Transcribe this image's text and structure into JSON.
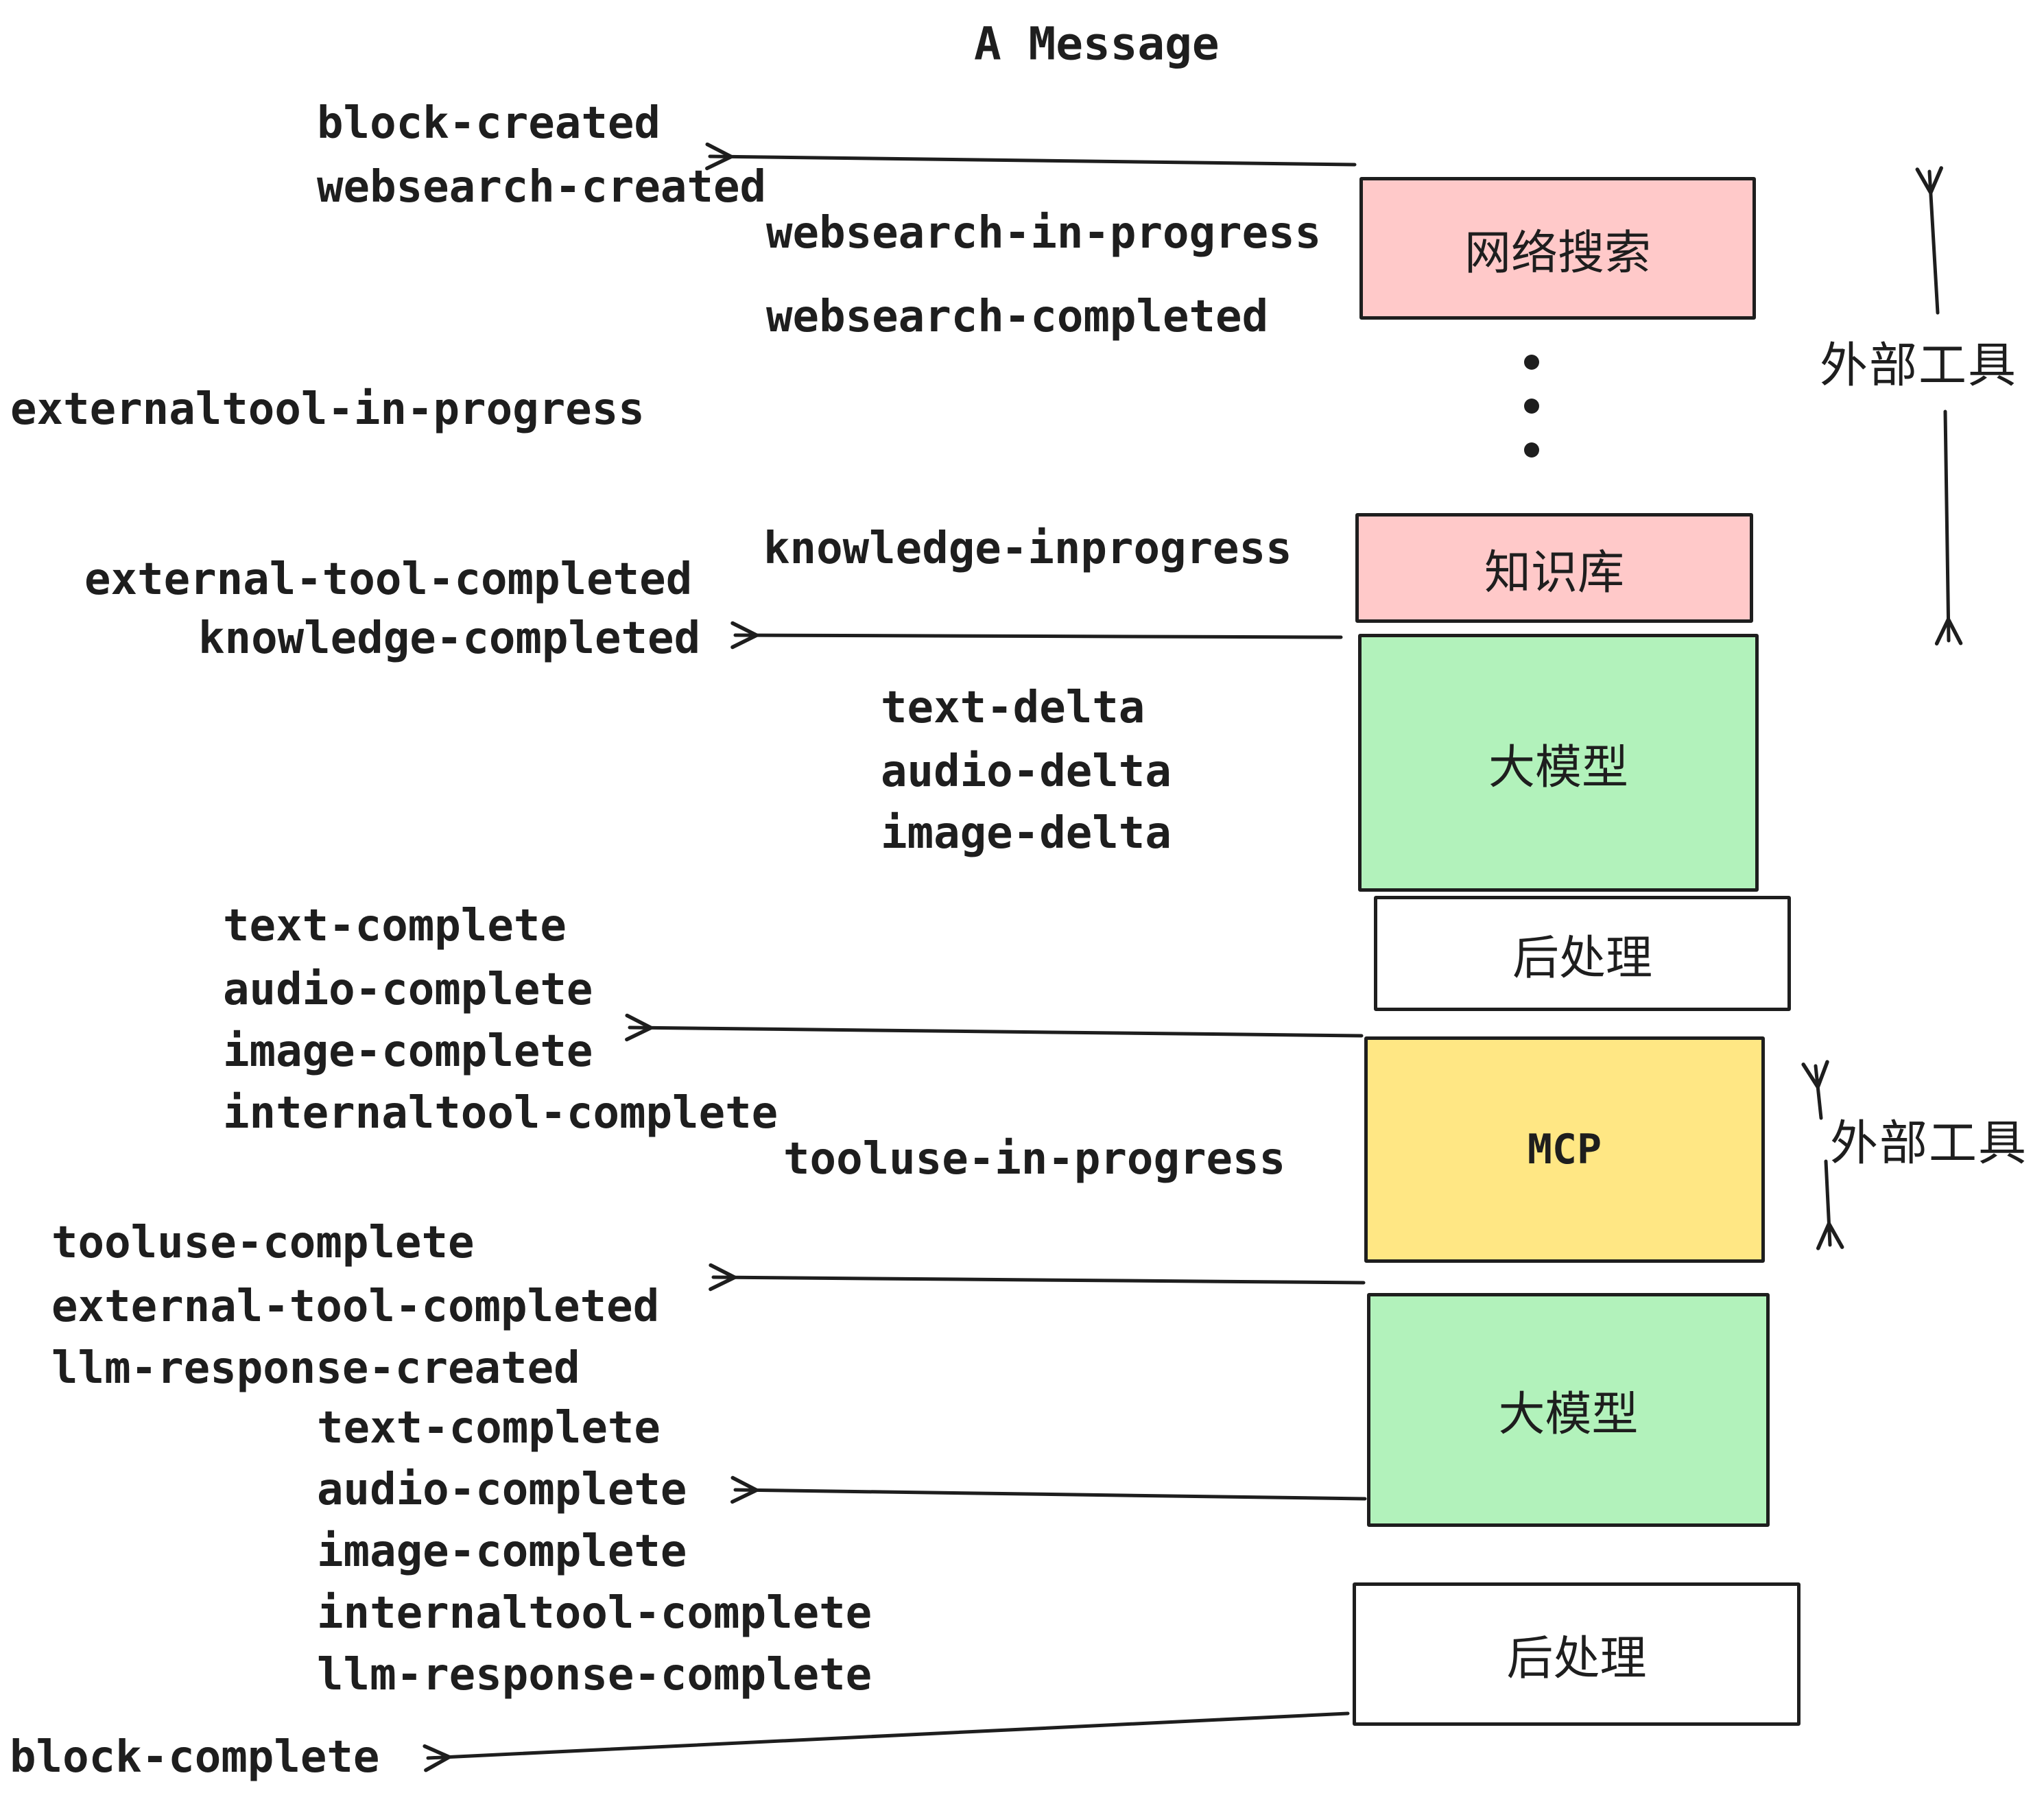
{
  "title": "A Message",
  "colors": {
    "stroke": "#1e1e1e",
    "pink": "#ffc9c9",
    "green": "#b2f2bb",
    "yellow": "#ffe784",
    "white": "#ffffff",
    "background": "#ffffff"
  },
  "boxes": [
    {
      "id": "websearch",
      "label": "网络搜索",
      "color": "#ffc9c9"
    },
    {
      "id": "knowledge",
      "label": "知识库",
      "color": "#ffc9c9"
    },
    {
      "id": "llm-1",
      "label": "大模型",
      "color": "#b2f2bb"
    },
    {
      "id": "post-1",
      "label": "后处理",
      "color": "#ffffff"
    },
    {
      "id": "mcp",
      "label": "MCP",
      "color": "#ffe784"
    },
    {
      "id": "llm-2",
      "label": "大模型",
      "color": "#b2f2bb"
    },
    {
      "id": "post-2",
      "label": "后处理",
      "color": "#ffffff"
    }
  ],
  "side_labels": [
    {
      "text": "外部工具"
    },
    {
      "text": "外部工具"
    }
  ],
  "ellipsis": {
    "icon": "vertical-ellipsis-dots"
  },
  "events": [
    {
      "text": "block-created"
    },
    {
      "text": "websearch-created"
    },
    {
      "text": "websearch-in-progress"
    },
    {
      "text": "websearch-completed"
    },
    {
      "text": "externaltool-in-progress"
    },
    {
      "text": "knowledge-inprogress"
    },
    {
      "text": "external-tool-completed"
    },
    {
      "text": "knowledge-completed"
    },
    {
      "text": "text-delta"
    },
    {
      "text": "audio-delta"
    },
    {
      "text": "image-delta"
    },
    {
      "text": "text-complete"
    },
    {
      "text": "audio-complete"
    },
    {
      "text": "image-complete"
    },
    {
      "text": "internaltool-complete"
    },
    {
      "text": "tooluse-in-progress"
    },
    {
      "text": "tooluse-complete"
    },
    {
      "text": "external-tool-completed"
    },
    {
      "text": "llm-response-created"
    },
    {
      "text": "text-complete"
    },
    {
      "text": "audio-complete"
    },
    {
      "text": "image-complete"
    },
    {
      "text": "internaltool-complete"
    },
    {
      "text": "llm-response-complete"
    },
    {
      "text": "block-complete"
    }
  ]
}
